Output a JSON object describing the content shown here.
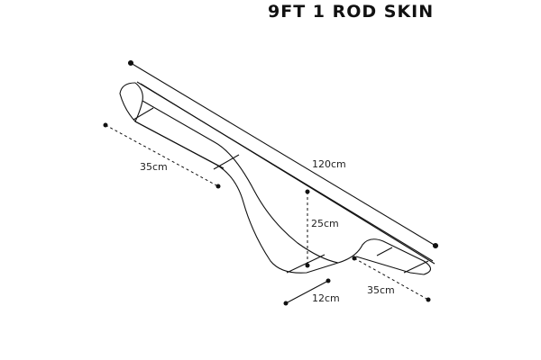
{
  "title": "9FT 1 ROD SKIN",
  "colors": {
    "line": "#111111",
    "background": "#ffffff"
  },
  "dimensions": {
    "length": "120cm",
    "left_pocket": "35cm",
    "right_pocket": "35cm",
    "height": "25cm",
    "depth": "12cm"
  }
}
